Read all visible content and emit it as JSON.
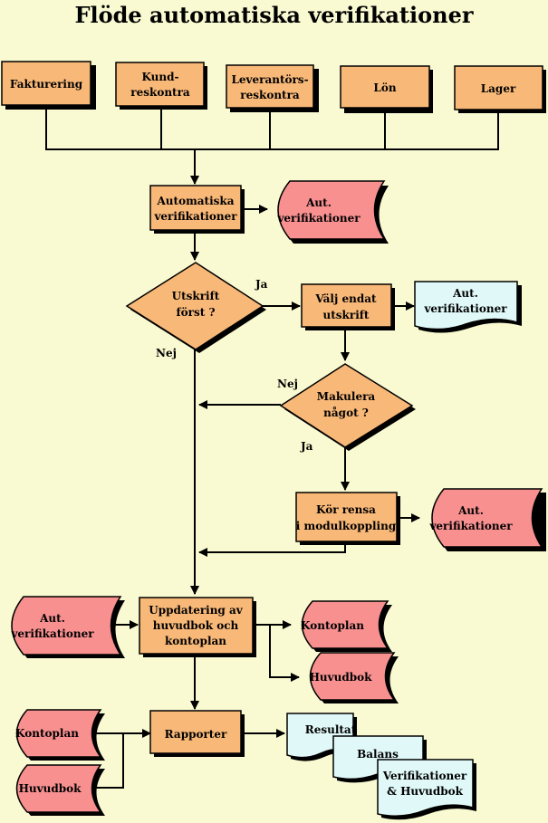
{
  "title": "Flöde automatiska verifikationer",
  "sources": {
    "fakturering": "Fakturering",
    "kund_1": "Kund-",
    "kund_2": "reskontra",
    "lev_1": "Leverantörs-",
    "lev_2": "reskontra",
    "lon": "Lön",
    "lager": "Lager"
  },
  "auto_ver": {
    "line1": "Automatiska",
    "line2": "verifikationer"
  },
  "doc_aut": {
    "line1": "Aut.",
    "line2": "verifikationer"
  },
  "utskrift": {
    "line1": "Utskrift",
    "line2": "först ?"
  },
  "valj": {
    "line1": "Välj endat",
    "line2": "utskrift"
  },
  "makulera": {
    "line1": "Makulera",
    "line2": "något ?"
  },
  "kor": {
    "line1": "Kör rensa",
    "line2": "i modulkoppling"
  },
  "uppd": {
    "line1": "Uppdatering av",
    "line2": "huvudbok och",
    "line3": "kontoplan"
  },
  "kontoplan": "Kontoplan",
  "huvudbok": "Huvudbok",
  "rapporter": "Rapporter",
  "resultat": "Resultat",
  "balans": "Balans",
  "verhuv": {
    "line1": "Verifikationer",
    "line2": "& Huvudbok"
  },
  "labels": {
    "ja": "Ja",
    "nej": "Nej"
  }
}
